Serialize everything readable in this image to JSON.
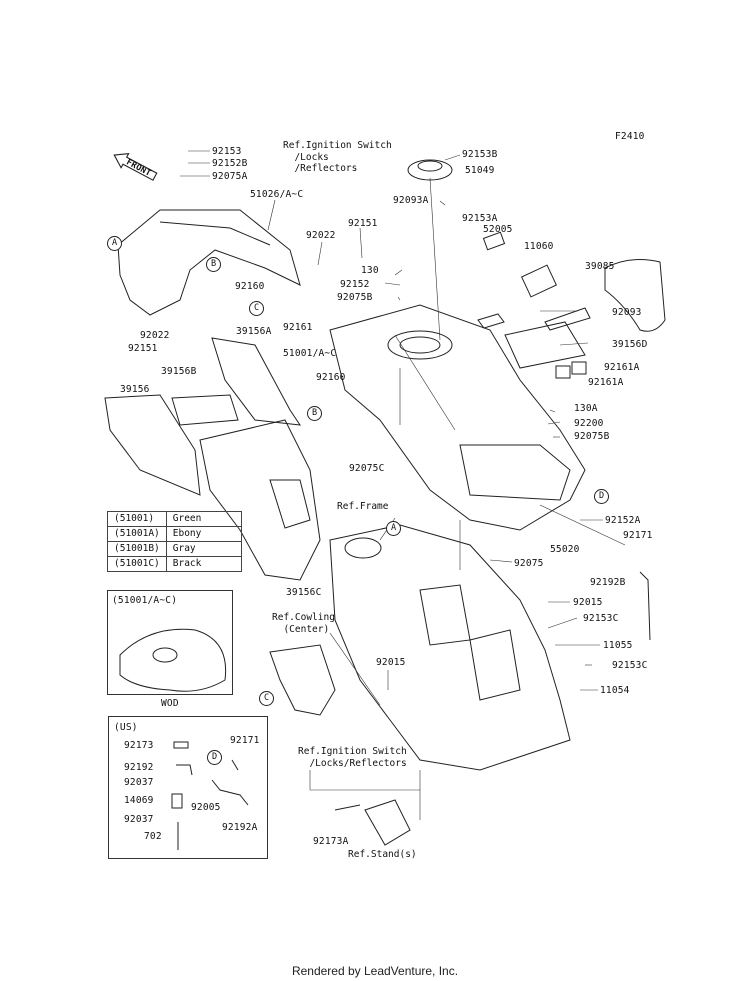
{
  "diagram_id": "F2410",
  "front_label": "FRONT",
  "labels": [
    {
      "id": "92153",
      "text": "92153"
    },
    {
      "id": "92152B",
      "text": "92152B"
    },
    {
      "id": "92075A",
      "text": "92075A"
    },
    {
      "id": "51026AC",
      "text": "51026/A~C"
    },
    {
      "id": "92022a",
      "text": "92022"
    },
    {
      "id": "92151a",
      "text": "92151"
    },
    {
      "id": "130",
      "text": "130"
    },
    {
      "id": "92152",
      "text": "92152"
    },
    {
      "id": "92075B_top",
      "text": "92075B"
    },
    {
      "id": "92160a",
      "text": "92160"
    },
    {
      "id": "92161",
      "text": "92161"
    },
    {
      "id": "92022b",
      "text": "92022"
    },
    {
      "id": "92151b",
      "text": "92151"
    },
    {
      "id": "39156A",
      "text": "39156A"
    },
    {
      "id": "51001AC",
      "text": "51001/A~C"
    },
    {
      "id": "92160b",
      "text": "92160"
    },
    {
      "id": "39156B",
      "text": "39156B"
    },
    {
      "id": "39156",
      "text": "39156"
    },
    {
      "id": "92075C",
      "text": "92075C"
    },
    {
      "id": "39156C",
      "text": "39156C"
    },
    {
      "id": "92153B",
      "text": "92153B"
    },
    {
      "id": "51049",
      "text": "51049"
    },
    {
      "id": "92093A",
      "text": "92093A"
    },
    {
      "id": "92153A",
      "text": "92153A"
    },
    {
      "id": "52005",
      "text": "52005"
    },
    {
      "id": "11060",
      "text": "11060"
    },
    {
      "id": "39085",
      "text": "39085"
    },
    {
      "id": "92093",
      "text": "92093"
    },
    {
      "id": "39156D",
      "text": "39156D"
    },
    {
      "id": "92161A_1",
      "text": "92161A"
    },
    {
      "id": "92161A_2",
      "text": "92161A"
    },
    {
      "id": "130A",
      "text": "130A"
    },
    {
      "id": "92200",
      "text": "92200"
    },
    {
      "id": "92075B_r",
      "text": "92075B"
    },
    {
      "id": "92152A",
      "text": "92152A"
    },
    {
      "id": "92171",
      "text": "92171"
    },
    {
      "id": "55020",
      "text": "55020"
    },
    {
      "id": "92075",
      "text": "92075"
    },
    {
      "id": "92192B",
      "text": "92192B"
    },
    {
      "id": "92015a",
      "text": "92015"
    },
    {
      "id": "92153C_1",
      "text": "92153C"
    },
    {
      "id": "11055",
      "text": "11055"
    },
    {
      "id": "92015b",
      "text": "92015"
    },
    {
      "id": "92153C_2",
      "text": "92153C"
    },
    {
      "id": "11054",
      "text": "11054"
    },
    {
      "id": "92173A",
      "text": "92173A"
    }
  ],
  "refs": {
    "ignition_top": "Ref.Ignition Switch\n  /Locks\n  /Reflectors",
    "frame": "Ref.Frame",
    "cowling": "Ref.Cowling\n  (Center)",
    "ignition_bottom": "Ref.Ignition Switch\n  /Locks/Reflectors",
    "stand": "Ref.Stand(s)"
  },
  "callouts": {
    "A": "A",
    "B": "B",
    "C": "C",
    "D": "D"
  },
  "color_table": [
    {
      "code": "(51001)",
      "color": "Green"
    },
    {
      "code": "(51001A)",
      "color": "Ebony"
    },
    {
      "code": "(51001B)",
      "color": "Gray"
    },
    {
      "code": "(51001C)",
      "color": "Brack"
    }
  ],
  "wod_box": {
    "title": "(51001/A~C)",
    "caption": "WOD"
  },
  "us_box": {
    "title": "(US)",
    "items": [
      {
        "id": "u92173",
        "text": "92173"
      },
      {
        "id": "u92171",
        "text": "92171"
      },
      {
        "id": "u92192",
        "text": "92192"
      },
      {
        "id": "u92037a",
        "text": "92037"
      },
      {
        "id": "u14069",
        "text": "14069"
      },
      {
        "id": "u92005",
        "text": "92005"
      },
      {
        "id": "u92037b",
        "text": "92037"
      },
      {
        "id": "u92192A",
        "text": "92192A"
      },
      {
        "id": "u702",
        "text": "702"
      }
    ]
  },
  "footer": "Rendered by LeadVenture, Inc."
}
